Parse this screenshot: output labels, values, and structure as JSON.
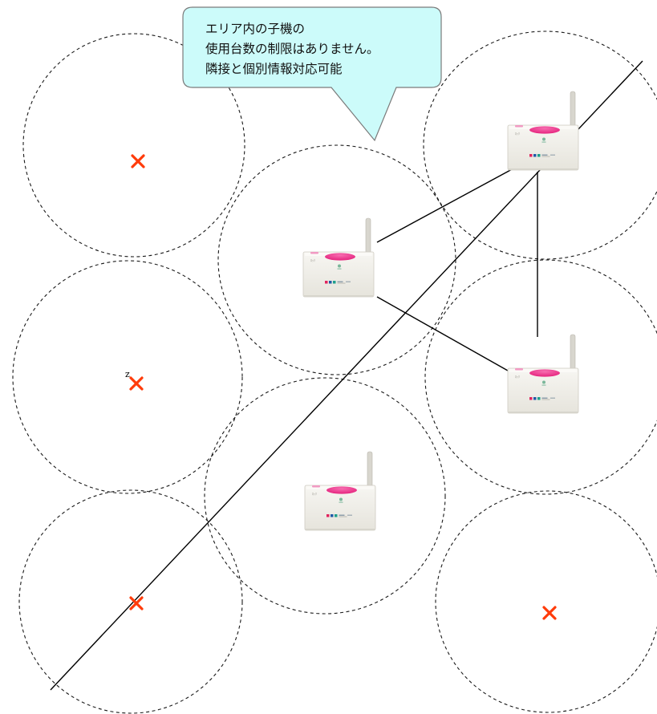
{
  "callout": {
    "lines": [
      "エリア内の子機の",
      "使用台数の制限はありません。",
      "隣接と個別情報対応可能"
    ]
  },
  "device": {
    "accent_color": "#ee2d86",
    "body_color": "#f0efe9",
    "icon": "wireless-router-icon"
  },
  "unavailable_mark": {
    "icon": "x-mark-icon",
    "color": "#ff3b0a"
  },
  "stray_text": "z"
}
